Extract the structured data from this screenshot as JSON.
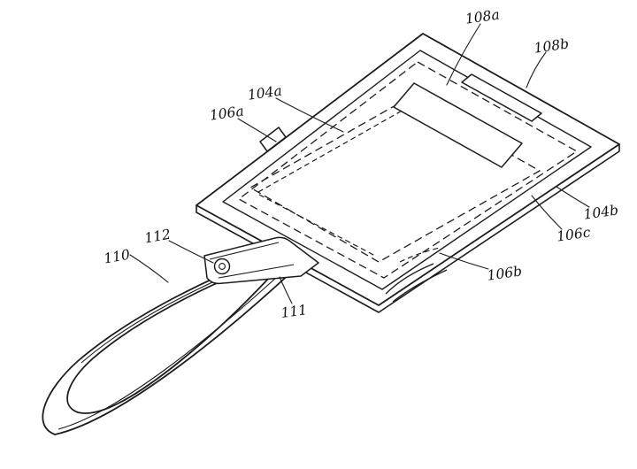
{
  "figure": {
    "background_color": "#ffffff",
    "line_color": "#1c1c1c",
    "labels": [
      {
        "id": "108a",
        "text": "108a"
      },
      {
        "id": "108b",
        "text": "108b"
      },
      {
        "id": "104a",
        "text": "104a"
      },
      {
        "id": "106a",
        "text": "106a"
      },
      {
        "id": "104b",
        "text": "104b"
      },
      {
        "id": "106c",
        "text": "106c"
      },
      {
        "id": "106b",
        "text": "106b"
      },
      {
        "id": "112",
        "text": "112"
      },
      {
        "id": "110",
        "text": "110"
      },
      {
        "id": "111",
        "text": "111"
      }
    ]
  }
}
